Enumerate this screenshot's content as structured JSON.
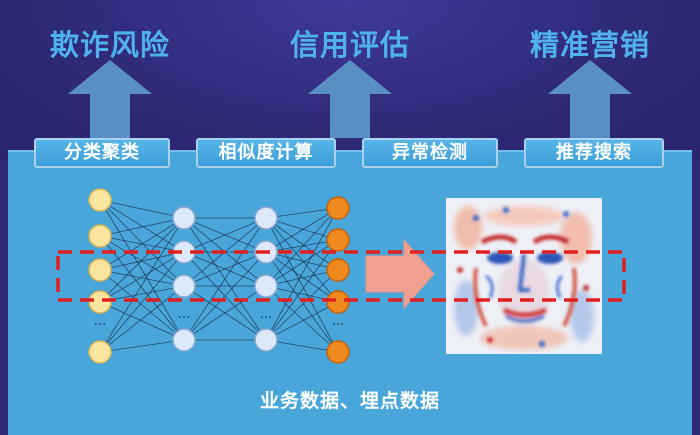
{
  "top_labels": [
    "欺诈风险",
    "信用评估",
    "精准营销"
  ],
  "tags": [
    "分类聚类",
    "相似度计算",
    "异常检测",
    "推荐搜索"
  ],
  "bottom_caption": "业务数据、埋点数据",
  "network": {
    "layers": [
      {
        "nodes": 6,
        "color": "#fbe6a0",
        "stroke": "#d9b453"
      },
      {
        "nodes": 5,
        "color": "#dce9fb",
        "stroke": "#8aa7d1"
      },
      {
        "nodes": 5,
        "color": "#dce9fb",
        "stroke": "#8aa7d1"
      },
      {
        "nodes": 6,
        "color": "#f08a1e",
        "stroke": "#c8620a"
      }
    ],
    "ellipsis": "…"
  },
  "colors": {
    "title": "#4fb2ec",
    "panel": "#48a6db",
    "dashed_box": "#e02020",
    "arrow": "#f0a090"
  }
}
